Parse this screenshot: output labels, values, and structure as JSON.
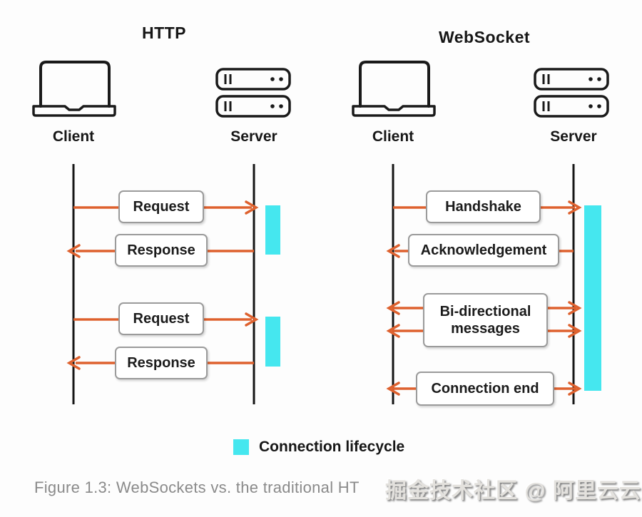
{
  "http_diagram": {
    "title": "HTTP",
    "client_label": "Client",
    "server_label": "Server",
    "messages": [
      {
        "label": "Request",
        "direction": "client-to-server"
      },
      {
        "label": "Response",
        "direction": "server-to-client"
      },
      {
        "label": "Request",
        "direction": "client-to-server"
      },
      {
        "label": "Response",
        "direction": "server-to-client"
      }
    ]
  },
  "websocket_diagram": {
    "title": "WebSocket",
    "client_label": "Client",
    "server_label": "Server",
    "messages": [
      {
        "label": "Handshake",
        "direction": "client-to-server"
      },
      {
        "label": "Acknowledgement",
        "direction": "server-to-client"
      },
      {
        "label": "Bi-directional messages",
        "direction": "bidirectional"
      },
      {
        "label": "Connection end",
        "direction": "bidirectional"
      }
    ]
  },
  "legend": {
    "label": "Connection lifecycle",
    "swatch_color": "#45E7EF"
  },
  "caption": "Figure 1.3: WebSockets vs. the traditional HT",
  "watermark": "掘金技术社区 @ 阿里云云原生",
  "colors": {
    "arrow": "#DE612E",
    "lifecycle": "#45E7EF",
    "lifeline": "#151515",
    "box_border": "#9b9b9b",
    "caption_gray": "#8a8a8a"
  }
}
